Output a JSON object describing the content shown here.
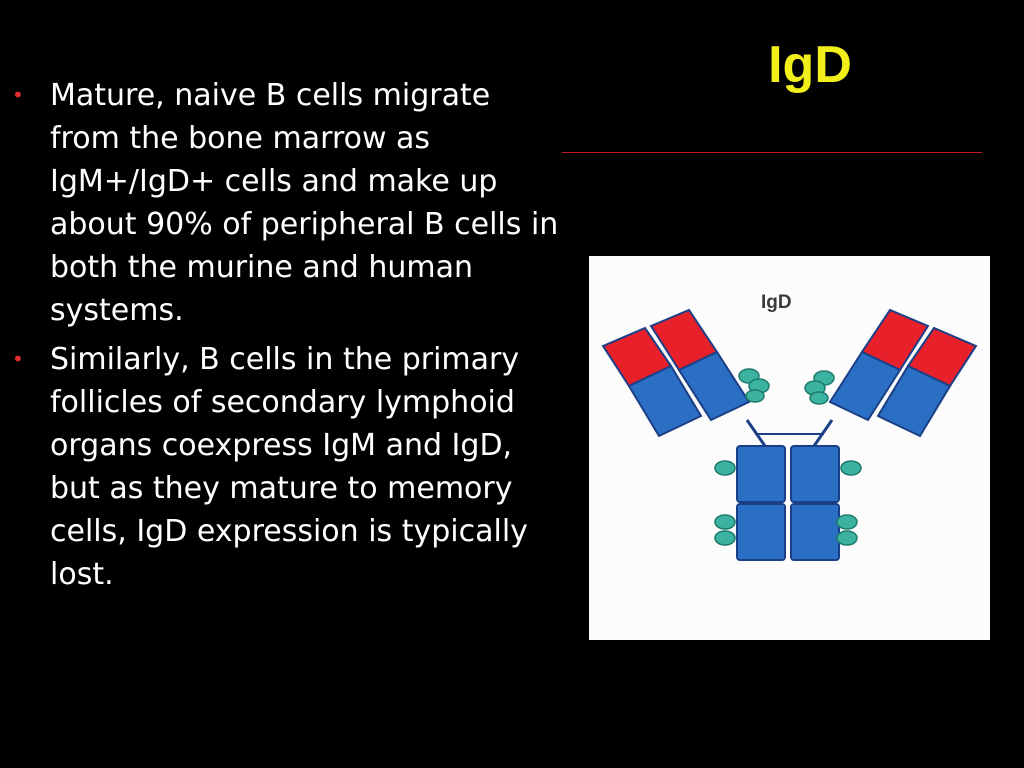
{
  "slide": {
    "title": "IgD",
    "bullets": [
      {
        "text": " Mature, naive B cells migrate from the bone marrow as IgM+/IgD+ cells and make up about 90% of peripheral B cells in both the murine and human systems."
      },
      {
        "text": "Similarly, B cells in the primary follicles of secondary lymphoid organs coexpress IgM and IgD, but as they mature to memory cells, IgD expression is typically lost."
      }
    ],
    "bullet_symbol": "•",
    "figure": {
      "label": "IgD",
      "icon": "igd-antibody-diagram"
    }
  },
  "colors": {
    "background": "#000000",
    "title": "#f0ef1a",
    "text": "#ffffff",
    "bullet": "#e03030",
    "rule": "#c8141e",
    "heavy_chain_red": "#e8202a",
    "domain_blue": "#2a6fc4",
    "carbohydrate_teal": "#3bb3a0"
  }
}
